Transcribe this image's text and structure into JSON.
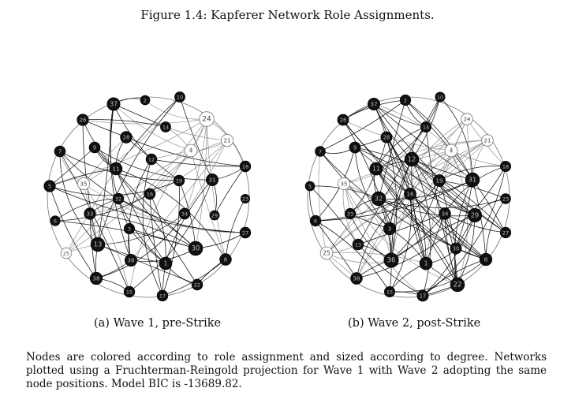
{
  "figure": {
    "title": "Figure 1.4: Kapferer Network Role Assignments.",
    "caption": "Nodes are colored according to role assignment and sized according to degree. Networks plotted using a Fruchterman-Reingold projection for Wave 1 with Wave 2 adopting the same node positions. Model BIC is -13689.82."
  },
  "subfigures": [
    {
      "caption": "(a) Wave 1, pre-Strike"
    },
    {
      "caption": "(b) Wave 2, post-Strike"
    }
  ],
  "colors": {
    "role_dark": "#111111",
    "role_light": "#ffffff",
    "edge_dark": "#000000",
    "edge_light": "#8a8a8a"
  },
  "networks": [
    {
      "nodes": [
        {
          "id": "37",
          "role": "dark"
        },
        {
          "id": "2",
          "role": "dark"
        },
        {
          "id": "10",
          "role": "dark"
        },
        {
          "id": "26",
          "role": "dark"
        },
        {
          "id": "24",
          "role": "light"
        },
        {
          "id": "14",
          "role": "dark"
        },
        {
          "id": "28",
          "role": "dark"
        },
        {
          "id": "21",
          "role": "light"
        },
        {
          "id": "9",
          "role": "dark"
        },
        {
          "id": "4",
          "role": "light"
        },
        {
          "id": "7",
          "role": "dark"
        },
        {
          "id": "12",
          "role": "dark"
        },
        {
          "id": "18",
          "role": "dark"
        },
        {
          "id": "11",
          "role": "dark"
        },
        {
          "id": "19",
          "role": "dark"
        },
        {
          "id": "31",
          "role": "dark"
        },
        {
          "id": "5",
          "role": "dark"
        },
        {
          "id": "35",
          "role": "light"
        },
        {
          "id": "16",
          "role": "dark"
        },
        {
          "id": "32",
          "role": "dark"
        },
        {
          "id": "23",
          "role": "dark"
        },
        {
          "id": "33",
          "role": "dark"
        },
        {
          "id": "34",
          "role": "dark"
        },
        {
          "id": "6",
          "role": "dark"
        },
        {
          "id": "29",
          "role": "dark"
        },
        {
          "id": "3",
          "role": "dark"
        },
        {
          "id": "27",
          "role": "dark"
        },
        {
          "id": "13",
          "role": "dark"
        },
        {
          "id": "8",
          "role": "dark"
        },
        {
          "id": "30",
          "role": "dark"
        },
        {
          "id": "25",
          "role": "light"
        },
        {
          "id": "36",
          "role": "dark"
        },
        {
          "id": "1",
          "role": "dark"
        },
        {
          "id": "38",
          "role": "dark"
        },
        {
          "id": "22",
          "role": "dark"
        },
        {
          "id": "15",
          "role": "dark"
        },
        {
          "id": "17",
          "role": "dark"
        }
      ]
    },
    {
      "nodes": [
        {
          "id": "37",
          "role": "dark"
        },
        {
          "id": "2",
          "role": "dark"
        },
        {
          "id": "10",
          "role": "dark"
        },
        {
          "id": "26",
          "role": "dark"
        },
        {
          "id": "24",
          "role": "light"
        },
        {
          "id": "14",
          "role": "dark"
        },
        {
          "id": "28",
          "role": "dark"
        },
        {
          "id": "21",
          "role": "light"
        },
        {
          "id": "9",
          "role": "dark"
        },
        {
          "id": "4",
          "role": "light"
        },
        {
          "id": "7",
          "role": "dark"
        },
        {
          "id": "12",
          "role": "dark"
        },
        {
          "id": "18",
          "role": "dark"
        },
        {
          "id": "11",
          "role": "dark"
        },
        {
          "id": "19",
          "role": "dark"
        },
        {
          "id": "31",
          "role": "dark"
        },
        {
          "id": "5",
          "role": "dark"
        },
        {
          "id": "35",
          "role": "light"
        },
        {
          "id": "16",
          "role": "dark"
        },
        {
          "id": "32",
          "role": "dark"
        },
        {
          "id": "23",
          "role": "dark"
        },
        {
          "id": "33",
          "role": "dark"
        },
        {
          "id": "34",
          "role": "dark"
        },
        {
          "id": "6",
          "role": "dark"
        },
        {
          "id": "29",
          "role": "dark"
        },
        {
          "id": "3",
          "role": "dark"
        },
        {
          "id": "27",
          "role": "dark"
        },
        {
          "id": "13",
          "role": "dark"
        },
        {
          "id": "8",
          "role": "dark"
        },
        {
          "id": "30",
          "role": "dark"
        },
        {
          "id": "25",
          "role": "light"
        },
        {
          "id": "36",
          "role": "dark"
        },
        {
          "id": "1",
          "role": "dark"
        },
        {
          "id": "38",
          "role": "dark"
        },
        {
          "id": "22",
          "role": "dark"
        },
        {
          "id": "15",
          "role": "dark"
        },
        {
          "id": "17",
          "role": "dark"
        }
      ]
    }
  ]
}
